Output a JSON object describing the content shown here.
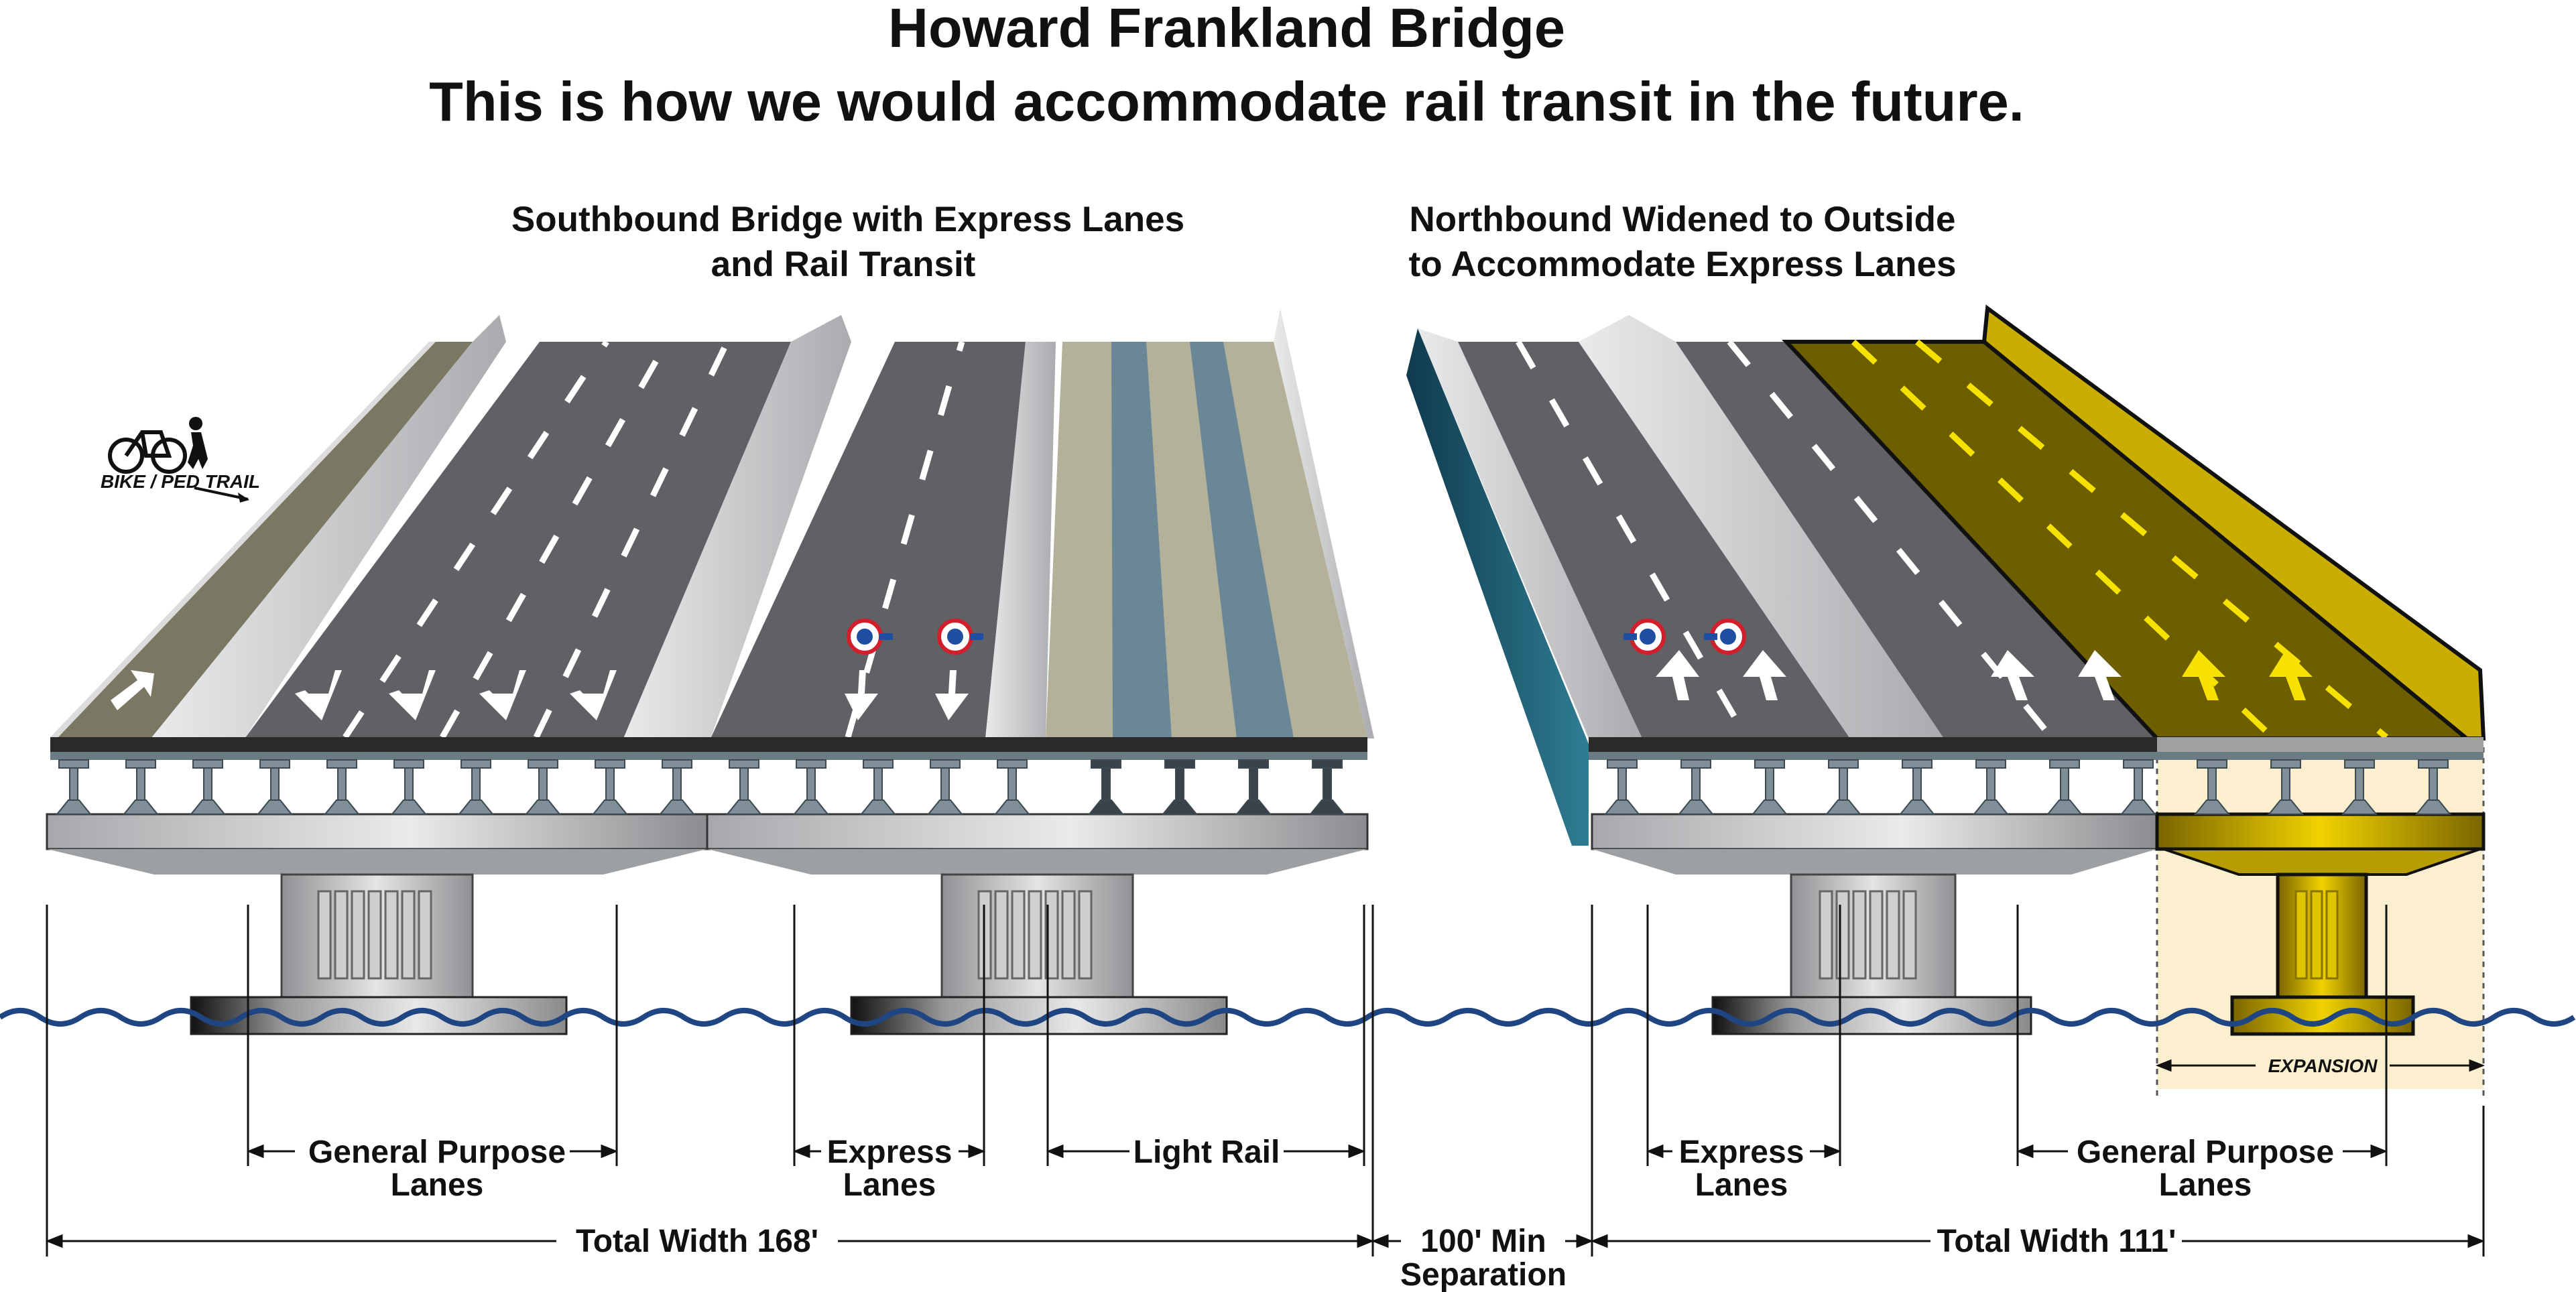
{
  "title": {
    "line1": "Howard Frankland Bridge",
    "line2": "This is how we would accommodate rail transit in the future."
  },
  "southbound": {
    "heading_line1": "Southbound Bridge with Express Lanes",
    "heading_line2": "and Rail Transit",
    "trail_label": "BIKE / PED TRAIL",
    "dims": {
      "gp_line1": "General Purpose",
      "gp_line2": "Lanes",
      "express_line1": "Express",
      "express_line2": "Lanes",
      "rail": "Light Rail",
      "total": "Total Width 168'"
    }
  },
  "separation": {
    "line1": "100' Min",
    "line2": "Separation"
  },
  "northbound": {
    "heading_line1": "Northbound Widened to Outside",
    "heading_line2": "to Accommodate Express Lanes",
    "expansion_label": "EXPANSION",
    "dims": {
      "express_line1": "Express",
      "express_line2": "Lanes",
      "gp_line1": "General Purpose",
      "gp_line2": "Lanes",
      "total": "Total Width 111'"
    }
  },
  "colors": {
    "asphalt": "#5f6164",
    "barrier": "#b9bbbe",
    "trail": "#7a7763",
    "railbed": "#b3b19a",
    "expansion": "#c9ad00",
    "expansion_bg": "#fbefcf",
    "water": "#1f4682",
    "express_icon_red": "#d21f2b",
    "express_icon_blue": "#1e4fa2"
  },
  "icons": [
    "bicycle-icon",
    "pedestrian-icon",
    "express-lane-icon",
    "lane-arrow-icon",
    "girder-icon"
  ]
}
